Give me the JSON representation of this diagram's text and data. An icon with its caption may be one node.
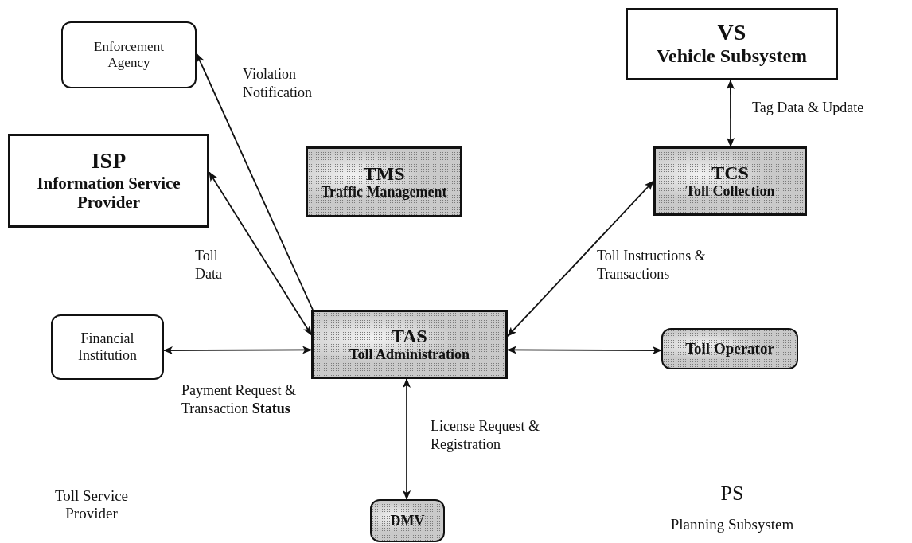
{
  "diagram": {
    "nodes": [
      {
        "text": [
          "Enforcement Agency"
        ]
      },
      {
        "text": [
          "VS",
          "Vehicle Subsystem"
        ]
      },
      {
        "text": [
          "ISP",
          "Information Service Provider"
        ]
      },
      {
        "text": [
          "TMS",
          "Traffic Management"
        ]
      },
      {
        "text": [
          "TCS",
          "Toll Collection"
        ]
      },
      {
        "text": [
          "Financial Institution"
        ]
      },
      {
        "text": [
          "TAS",
          "Toll Administration"
        ]
      },
      {
        "text": [
          "Toll Operator"
        ]
      },
      {
        "text": [
          "DMV"
        ]
      }
    ],
    "edges": [
      {
        "from": 6,
        "to": 0,
        "arrow": "to",
        "label": "Violation Notification"
      },
      {
        "from": 1,
        "to": 4,
        "arrow": "both",
        "label": "Tag Data & Update"
      },
      {
        "from": 2,
        "to": 6,
        "arrow": "both",
        "label": "Toll Data"
      },
      {
        "from": 6,
        "to": 4,
        "arrow": "both",
        "label": "Toll Instructions & Transactions"
      },
      {
        "from": 5,
        "to": 6,
        "arrow": "both",
        "label": "Payment Request & Transaction **Status**"
      },
      {
        "from": 6,
        "to": 7,
        "arrow": "both"
      },
      {
        "from": 6,
        "to": 8,
        "arrow": "both",
        "label": "License Request & Registration"
      }
    ],
    "labels": [
      "Toll Service Provider",
      "PS",
      "Planning Subsystem"
    ]
  }
}
